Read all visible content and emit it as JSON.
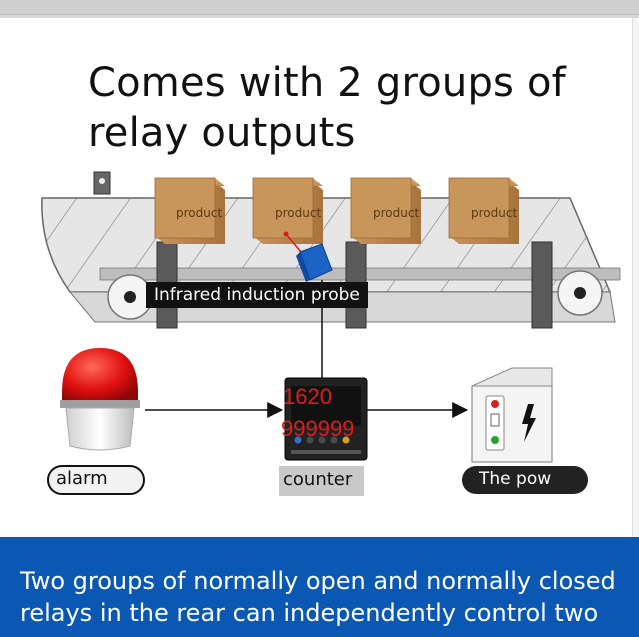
{
  "heading": "Comes with 2 groups of relay outputs",
  "products": [
    "product",
    "product",
    "product",
    "product"
  ],
  "probe_label": "Infrared induction probe",
  "counter": {
    "label": "counter",
    "readout_top": "1620",
    "readout_bottom": "999999"
  },
  "alarm_label": "alarm",
  "power_label": "The pow",
  "banner_text": "Two groups of normally open and normally closed relays in the rear can independently control two",
  "colors": {
    "banner": "#0a58b4",
    "readout": "#e01b1b",
    "box": "#c8955b",
    "alarm_red": "#e01010"
  }
}
